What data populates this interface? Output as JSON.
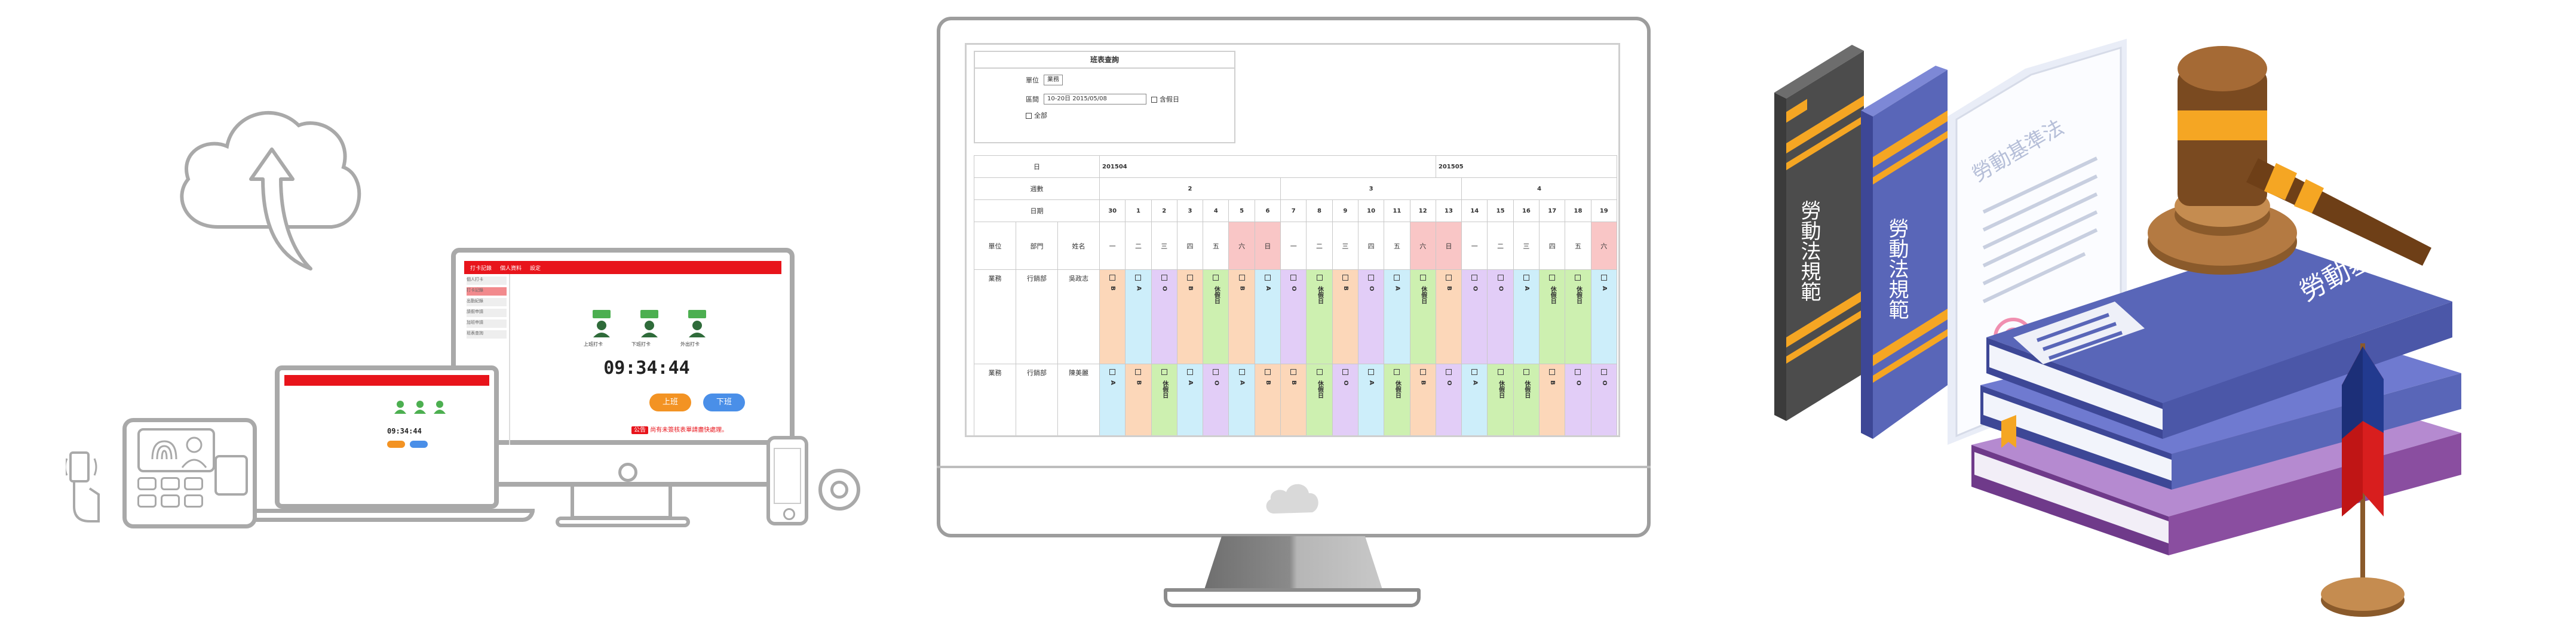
{
  "left_panel": {
    "app_bar_items": [
      "打卡記錄",
      "個人資料",
      "設定"
    ],
    "sidebar_items": [
      "個人打卡",
      "打卡記錄",
      "出勤紀錄",
      "請假申請",
      "加班申請",
      "班表查詢"
    ],
    "punch_labels": [
      "上班打卡",
      "下班打卡",
      "外出打卡"
    ],
    "clock": "09:34:44",
    "button_in": "上班",
    "button_out": "下班",
    "notice_badge": "公告",
    "notice_text": "尚有未簽核表單請盡快處理。",
    "laptop_clock": "09:34:44"
  },
  "schedule": {
    "form_title": "班表查詢",
    "dept_label": "單位",
    "dept_value": "業務",
    "range_label": "區間",
    "range_value": "10-20日 2015/05/08",
    "holiday_label": "含假日",
    "show_label": "全部",
    "row_labels": {
      "day": "日",
      "week": "週數",
      "date": "日期",
      "weekday_header": [
        "單位",
        "部門",
        "姓名"
      ]
    },
    "months": [
      "201504",
      "201505"
    ],
    "weeks": [
      "2",
      "3",
      "4"
    ],
    "dates": [
      "30",
      "1",
      "2",
      "3",
      "4",
      "5",
      "6",
      "7",
      "8",
      "9",
      "10",
      "11",
      "12",
      "13",
      "14",
      "15",
      "16",
      "17",
      "18",
      "19"
    ],
    "weekdays": [
      "一",
      "二",
      "三",
      "四",
      "五",
      "六",
      "日",
      "一",
      "二",
      "三",
      "四",
      "五",
      "六",
      "日",
      "一",
      "二",
      "三",
      "四",
      "五",
      "六"
    ],
    "weekend_index": [
      5,
      6,
      12,
      13,
      19
    ],
    "employees": [
      {
        "unit": "業務",
        "dept": "行銷部",
        "name": "吳政志",
        "shifts": [
          "B",
          "A",
          "O",
          "B",
          "休假日",
          "B",
          "A",
          "O",
          "休假日",
          "B",
          "O",
          "A",
          "休假日",
          "B",
          "O",
          "O",
          "A",
          "休假日",
          "休假日",
          "A"
        ],
        "colors": [
          "or",
          "bl",
          "pu",
          "or",
          "gr",
          "or",
          "bl",
          "pu",
          "gr",
          "or",
          "pu",
          "bl",
          "gr",
          "or",
          "pu",
          "pu",
          "bl",
          "gr",
          "gr",
          "bl"
        ]
      },
      {
        "unit": "業務",
        "dept": "行銷部",
        "name": "陳美麗",
        "shifts": [
          "A",
          "B",
          "休假日",
          "A",
          "O",
          "A",
          "B",
          "B",
          "休假日",
          "O",
          "A",
          "休假日",
          "B",
          "O",
          "A",
          "休假日",
          "休假日",
          "B",
          "O",
          "O"
        ],
        "colors": [
          "bl",
          "or",
          "gr",
          "bl",
          "pu",
          "bl",
          "or",
          "or",
          "gr",
          "pu",
          "bl",
          "gr",
          "or",
          "pu",
          "bl",
          "gr",
          "gr",
          "or",
          "pu",
          "pu"
        ]
      }
    ]
  },
  "books": {
    "book1_title": "勞動法規範",
    "book2_title": "勞動法規範",
    "paper_title": "勞動基準法",
    "front_book_title": "勞動基準法"
  },
  "colors": {
    "brand_red": "#e8141b",
    "orange": "#f39323",
    "blue": "#4a8fe8",
    "book_blue": "#5966b8",
    "book_purple": "#8a4ea0",
    "book_dark": "#4c4c4c",
    "gavel_brown": "#8a5a2b"
  }
}
